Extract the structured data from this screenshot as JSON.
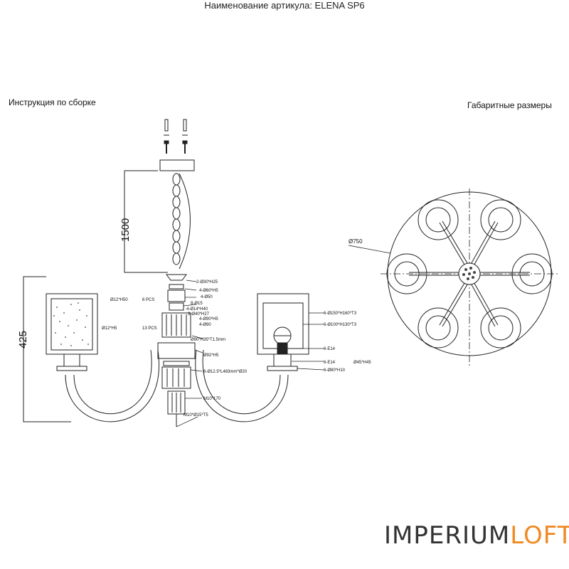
{
  "header": {
    "assembly_title": "Инструкция по сборке",
    "dims_title": "Габаритные размеры"
  },
  "article_label": "Наименование артикула: ELENA SP6",
  "brand": {
    "part1": "IMPERIUM",
    "part2": "LOFT",
    "accent": "#f08a24"
  },
  "dimensions": {
    "chain_length": "1500",
    "height": "425",
    "diameter": "Ø750"
  },
  "callouts": {
    "c1": "2-Ø30*H25",
    "c2": "4-Ø60*H5",
    "c3": "4-Ø50",
    "c4": "8-Ø15",
    "c5": "4-Ø14*H40",
    "c6": "3-Ø40*H27",
    "c7": "4-Ø90*H5",
    "c8": "4-Ø90",
    "c9": "Ø12*H50",
    "c10": "6 PCS",
    "c11": "Ø12*H5",
    "c12": "13 PCS",
    "c13": "Ø90*H35*T1.5mm",
    "c14": "Ø92*H5",
    "c15": "6-Ø12.5*L483mm*Ø20",
    "c16": "M10*170",
    "c17": "M10*Ø15*T5",
    "c18": "6-Ø150*H160*T3",
    "c19": "6-Ø100*H130*T3",
    "c20": "6-E14",
    "c21": "6-E14",
    "c22": "Ø45*H45",
    "c23": "6-Ø80*H10"
  }
}
